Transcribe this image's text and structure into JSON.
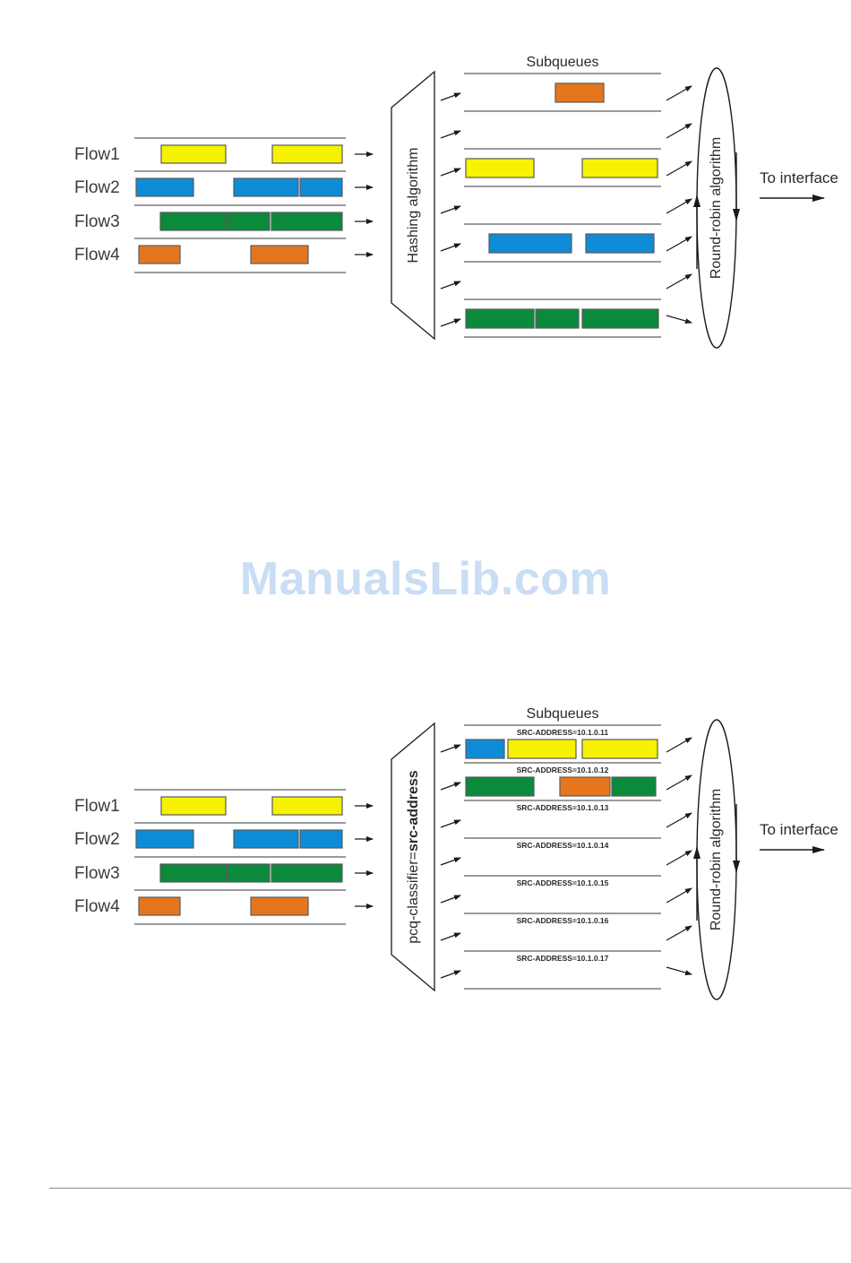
{
  "colors": {
    "yellow": "#f7f300",
    "blue": "#0f8cd8",
    "green": "#0b8a3c",
    "orange": "#e5761e",
    "line": "#9a9a9a",
    "ink": "#1a1a1a"
  },
  "watermark": "ManualsLib.com",
  "diagram1": {
    "flows": [
      {
        "label": "Flow1",
        "packets": [
          "yellow",
          "yellow"
        ]
      },
      {
        "label": "Flow2",
        "packets": [
          "blue",
          "blue",
          "blue"
        ]
      },
      {
        "label": "Flow3",
        "packets": [
          "green",
          "green",
          "green"
        ]
      },
      {
        "label": "Flow4",
        "packets": [
          "orange",
          "orange"
        ]
      }
    ],
    "classifier_label": "Hashing algorithm",
    "subqueues_title": "Subqueues",
    "subqueues": [
      {
        "packets": [
          "orange"
        ]
      },
      {
        "packets": []
      },
      {
        "packets": [
          "yellow",
          "yellow"
        ]
      },
      {
        "packets": []
      },
      {
        "packets": [
          "blue",
          "blue"
        ]
      },
      {
        "packets": []
      },
      {
        "packets": [
          "green",
          "green",
          "green"
        ]
      }
    ],
    "scheduler_label": "Round-robin algorithm",
    "output_label": "To interface"
  },
  "diagram2": {
    "flows": [
      {
        "label": "Flow1",
        "packets": [
          "yellow",
          "yellow"
        ]
      },
      {
        "label": "Flow2",
        "packets": [
          "blue",
          "blue",
          "blue"
        ]
      },
      {
        "label": "Flow3",
        "packets": [
          "green",
          "green",
          "green"
        ]
      },
      {
        "label": "Flow4",
        "packets": [
          "orange",
          "orange"
        ]
      }
    ],
    "classifier_label_prefix": "pcq-classifier=",
    "classifier_label_bold": "src-address",
    "subqueues_title": "Subqueues",
    "subqueues": [
      {
        "label": "SRC-ADDRESS=10.1.0.11",
        "packets": [
          "blue",
          "yellow",
          "yellow"
        ]
      },
      {
        "label": "SRC-ADDRESS=10.1.0.12",
        "packets": [
          "green",
          "orange",
          "green"
        ]
      },
      {
        "label": "SRC-ADDRESS=10.1.0.13",
        "packets": []
      },
      {
        "label": "SRC-ADDRESS=10.1.0.14",
        "packets": []
      },
      {
        "label": "SRC-ADDRESS=10.1.0.15",
        "packets": []
      },
      {
        "label": "SRC-ADDRESS=10.1.0.16",
        "packets": []
      },
      {
        "label": "SRC-ADDRESS=10.1.0.17",
        "packets": []
      }
    ],
    "scheduler_label": "Round-robin algorithm",
    "output_label": "To interface"
  }
}
